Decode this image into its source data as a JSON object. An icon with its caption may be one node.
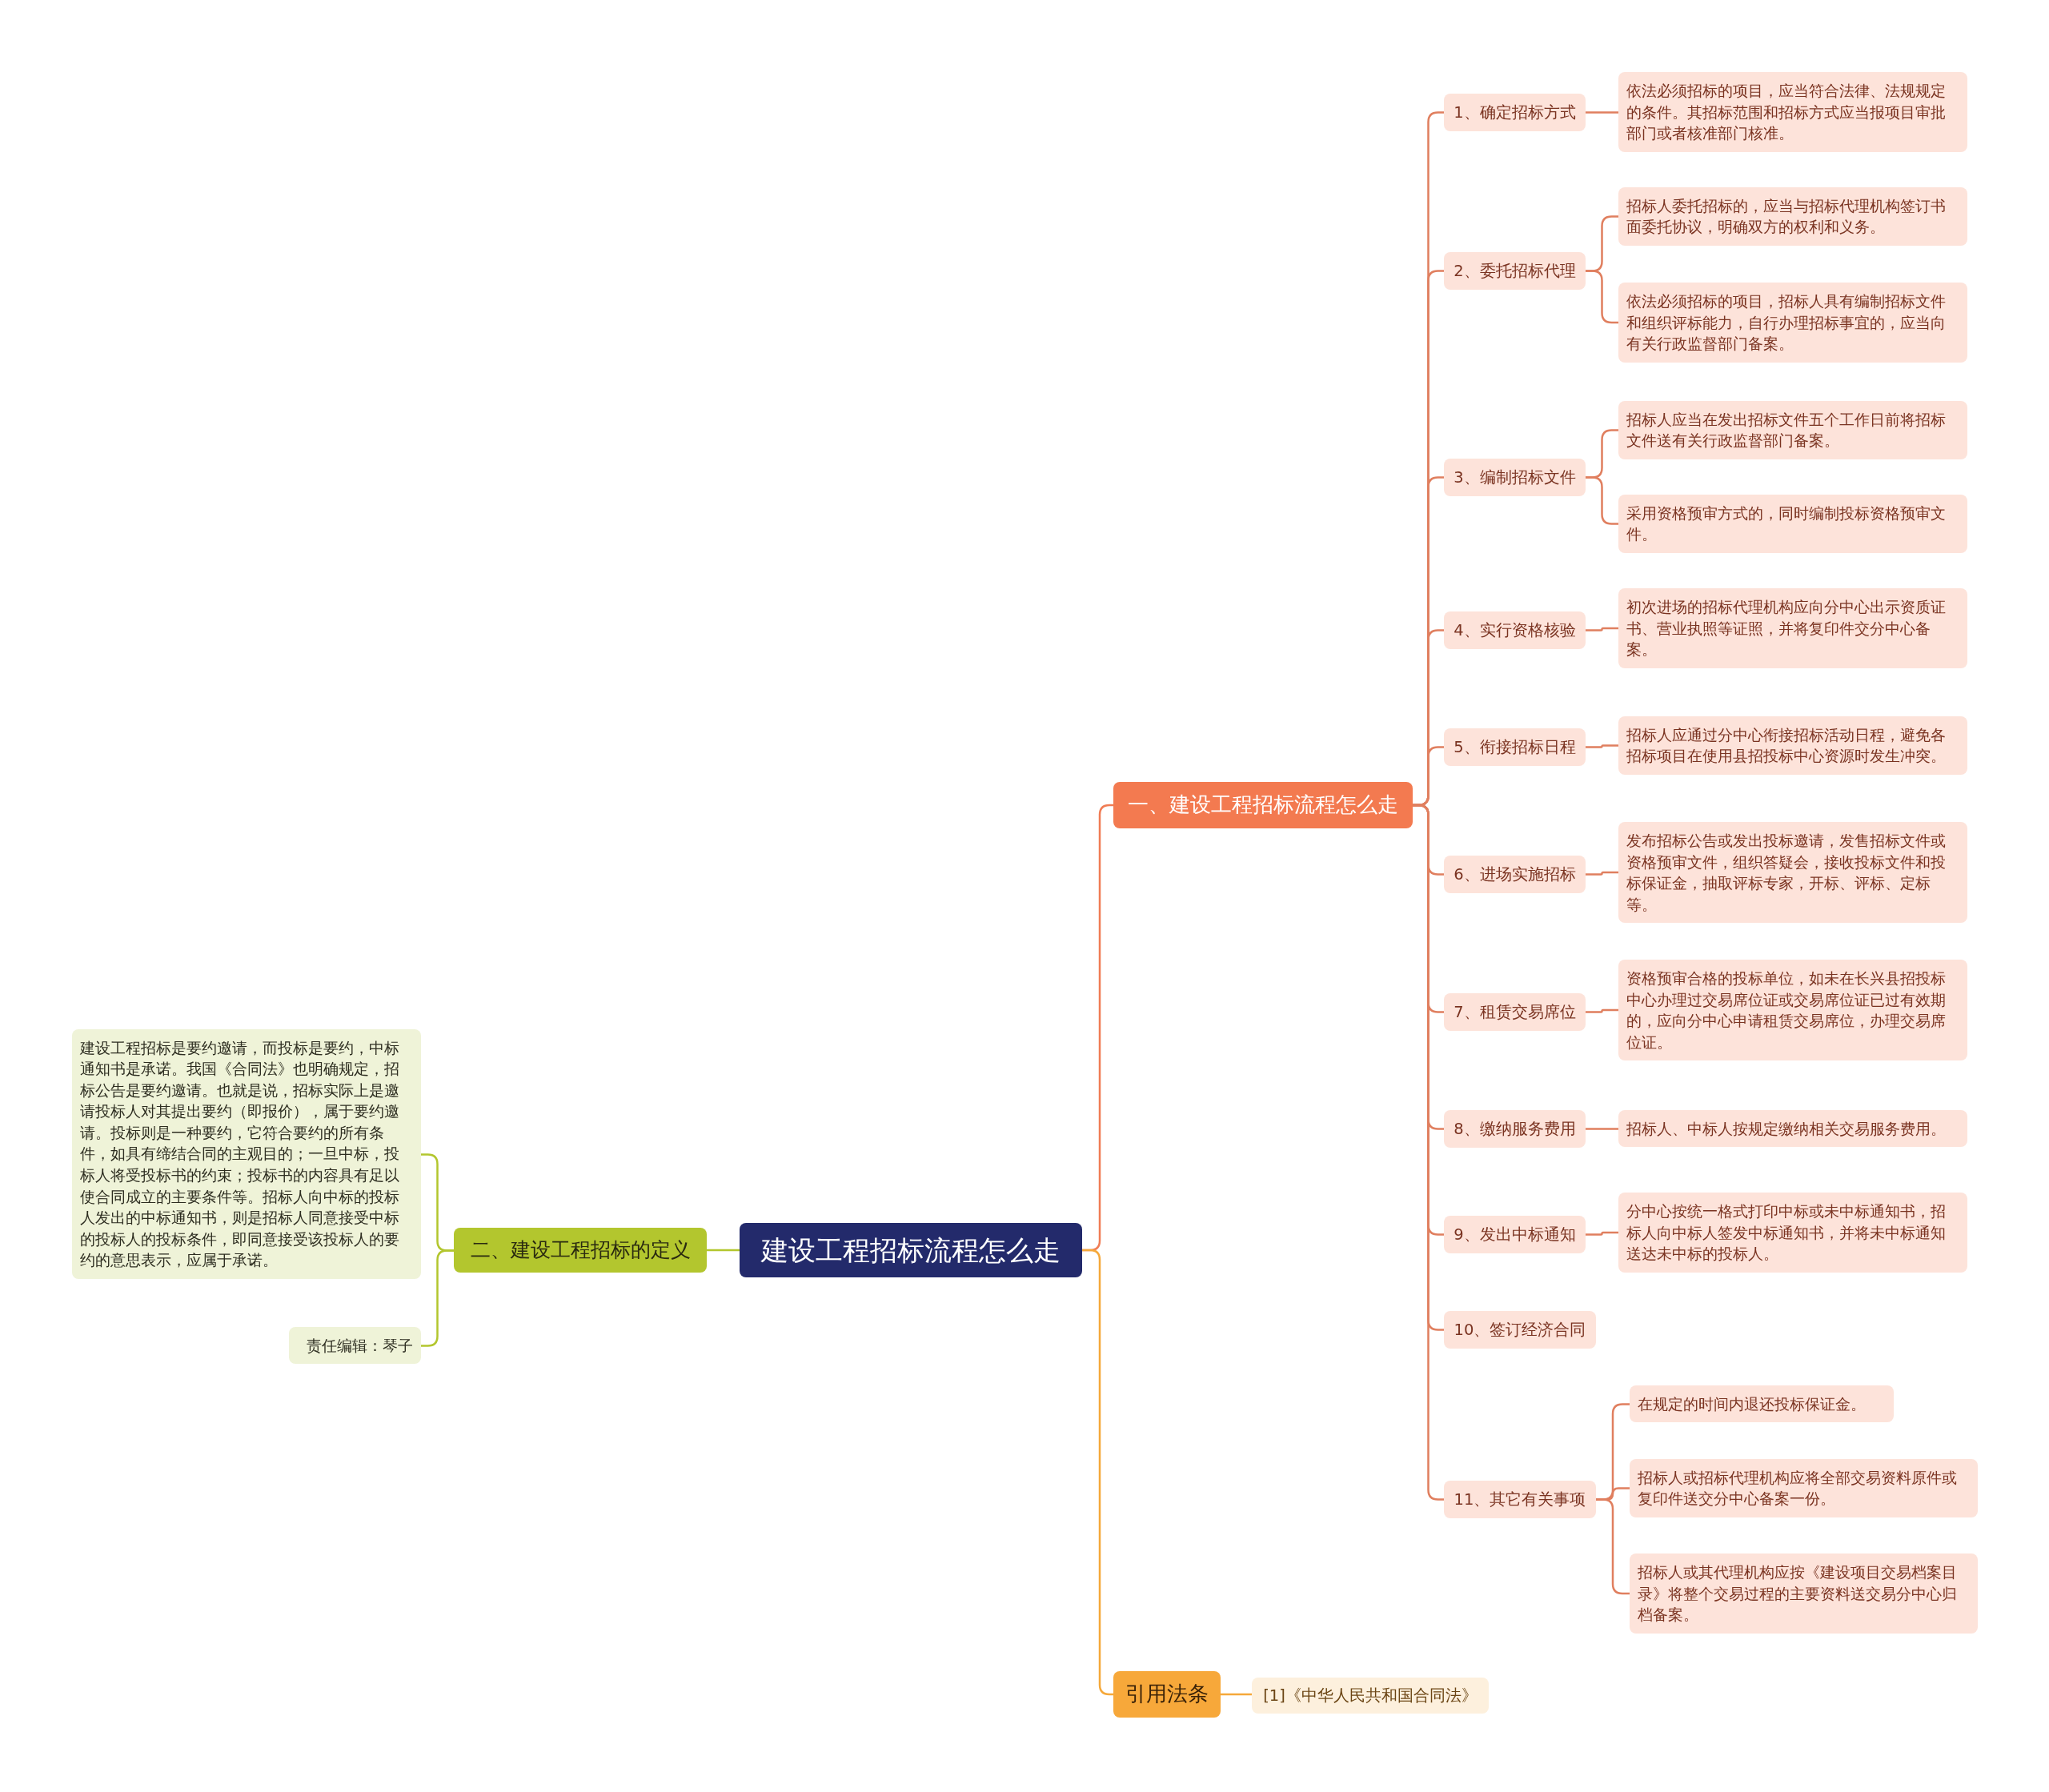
{
  "diagram": {
    "nodes": [
      {
        "text": [
          "建设工程招标流程怎么走"
        ]
      },
      {
        "text": [
          "一、建设工程招标流程怎么走"
        ]
      },
      {
        "text": [
          "1、确定招标方式"
        ]
      },
      {
        "text": [
          "依法必须招标的项目，应当符合法律、法规规定的条件。其招标范围和招标方式应当报项目审批部门或者核准部门核准。"
        ]
      },
      {
        "text": [
          "2、委托招标代理"
        ]
      },
      {
        "text": [
          "招标人委托招标的，应当与招标代理机构签订书面委托协议，明确双方的权利和义务。"
        ]
      },
      {
        "text": [
          "依法必须招标的项目，招标人具有编制招标文件和组织评标能力，自行办理招标事宜的，应当向有关行政监督部门备案。"
        ]
      },
      {
        "text": [
          "3、编制招标文件"
        ]
      },
      {
        "text": [
          "招标人应当在发出招标文件五个工作日前将招标文件送有关行政监督部门备案。"
        ]
      },
      {
        "text": [
          "采用资格预审方式的，同时编制投标资格预审文件。"
        ]
      },
      {
        "text": [
          "4、实行资格核验"
        ]
      },
      {
        "text": [
          "初次进场的招标代理机构应向分中心出示资质证书、营业执照等证照，并将复印件交分中心备案。"
        ]
      },
      {
        "text": [
          "5、衔接招标日程"
        ]
      },
      {
        "text": [
          "招标人应通过分中心衔接招标活动日程，避免各招标项目在使用县招投标中心资源时发生冲突。"
        ]
      },
      {
        "text": [
          "6、进场实施招标"
        ]
      },
      {
        "text": [
          "发布招标公告或发出投标邀请，发售招标文件或资格预审文件，组织答疑会，接收投标文件和投标保证金，抽取评标专家，开标、评标、定标等。"
        ]
      },
      {
        "text": [
          "7、租赁交易席位"
        ]
      },
      {
        "text": [
          "资格预审合格的投标单位，如未在长兴县招投标中心办理过交易席位证或交易席位证已过有效期的，应向分中心申请租赁交易席位，办理交易席位证。"
        ]
      },
      {
        "text": [
          "8、缴纳服务费用"
        ]
      },
      {
        "text": [
          "招标人、中标人按规定缴纳相关交易服务费用。"
        ]
      },
      {
        "text": [
          "9、发出中标通知"
        ]
      },
      {
        "text": [
          "分中心按统一格式打印中标或未中标通知书，招标人向中标人签发中标通知书，并将未中标通知送达未中标的投标人。"
        ]
      },
      {
        "text": [
          "10、签订经济合同"
        ]
      },
      {
        "text": [
          "11、其它有关事项"
        ]
      },
      {
        "text": [
          "在规定的时间内退还投标保证金。"
        ]
      },
      {
        "text": [
          "招标人或招标代理机构应将全部交易资料原件或复印件送交分中心备案一份。"
        ]
      },
      {
        "text": [
          "招标人或其代理机构应按《建设项目交易档案目录》将整个交易过程的主要资料送交易分中心归档备案。"
        ]
      },
      {
        "text": [
          "二、建设工程招标的定义"
        ]
      },
      {
        "text": [
          "建设工程招标是要约邀请，而投标是要约，中标通知书是承诺。我国《合同法》也明确规定，招标公告是要约邀请。也就是说，招标实际上是邀请投标人对其提出要约（即报价），属于要约邀请。投标则是一种要约，它符合要约的所有条件，如具有缔结合同的主观目的；一旦中标，投标人将受投标书的约束；投标书的内容具有足以使合同成立的主要条件等。招标人向中标的投标人发出的中标通知书，则是招标人同意接受中标的投标人的投标条件，即同意接受该投标人的要约的意思表示，应属于承诺。"
        ]
      },
      {
        "text": [
          "责任编辑：琴子"
        ]
      },
      {
        "text": [
          "引用法条"
        ]
      },
      {
        "text": [
          "[1]《中华人民共和国合同法》"
        ]
      }
    ],
    "edges": [
      {
        "from": 0,
        "to": 1,
        "arrow": "none",
        "color": "#f07c54"
      },
      {
        "from": 1,
        "to": 2,
        "arrow": "none"
      },
      {
        "from": 2,
        "to": 3,
        "arrow": "none"
      },
      {
        "from": 1,
        "to": 4,
        "arrow": "none"
      },
      {
        "from": 4,
        "to": 5,
        "arrow": "none"
      },
      {
        "from": 4,
        "to": 6,
        "arrow": "none"
      },
      {
        "from": 1,
        "to": 7,
        "arrow": "none"
      },
      {
        "from": 7,
        "to": 8,
        "arrow": "none"
      },
      {
        "from": 7,
        "to": 9,
        "arrow": "none"
      },
      {
        "from": 1,
        "to": 10,
        "arrow": "none"
      },
      {
        "from": 10,
        "to": 11,
        "arrow": "none"
      },
      {
        "from": 1,
        "to": 12,
        "arrow": "none"
      },
      {
        "from": 12,
        "to": 13,
        "arrow": "none"
      },
      {
        "from": 1,
        "to": 14,
        "arrow": "none"
      },
      {
        "from": 14,
        "to": 15,
        "arrow": "none"
      },
      {
        "from": 1,
        "to": 16,
        "arrow": "none"
      },
      {
        "from": 16,
        "to": 17,
        "arrow": "none"
      },
      {
        "from": 1,
        "to": 18,
        "arrow": "none"
      },
      {
        "from": 18,
        "to": 19,
        "arrow": "none"
      },
      {
        "from": 1,
        "to": 20,
        "arrow": "none"
      },
      {
        "from": 20,
        "to": 21,
        "arrow": "none"
      },
      {
        "from": 1,
        "to": 22,
        "arrow": "none"
      },
      {
        "from": 1,
        "to": 23,
        "arrow": "none"
      },
      {
        "from": 23,
        "to": 24,
        "arrow": "none"
      },
      {
        "from": 23,
        "to": 25,
        "arrow": "none"
      },
      {
        "from": 23,
        "to": 26,
        "arrow": "none"
      },
      {
        "from": 0,
        "to": 27,
        "arrow": "none",
        "color": "#b3c62e"
      },
      {
        "from": 27,
        "to": 28,
        "arrow": "none",
        "color": "#b3c62e"
      },
      {
        "from": 27,
        "to": 29,
        "arrow": "none",
        "color": "#b3c62e"
      },
      {
        "from": 0,
        "to": 30,
        "arrow": "none",
        "color": "#f5a83a"
      },
      {
        "from": 30,
        "to": 31,
        "arrow": "none",
        "color": "#f5a83a"
      }
    ]
  }
}
